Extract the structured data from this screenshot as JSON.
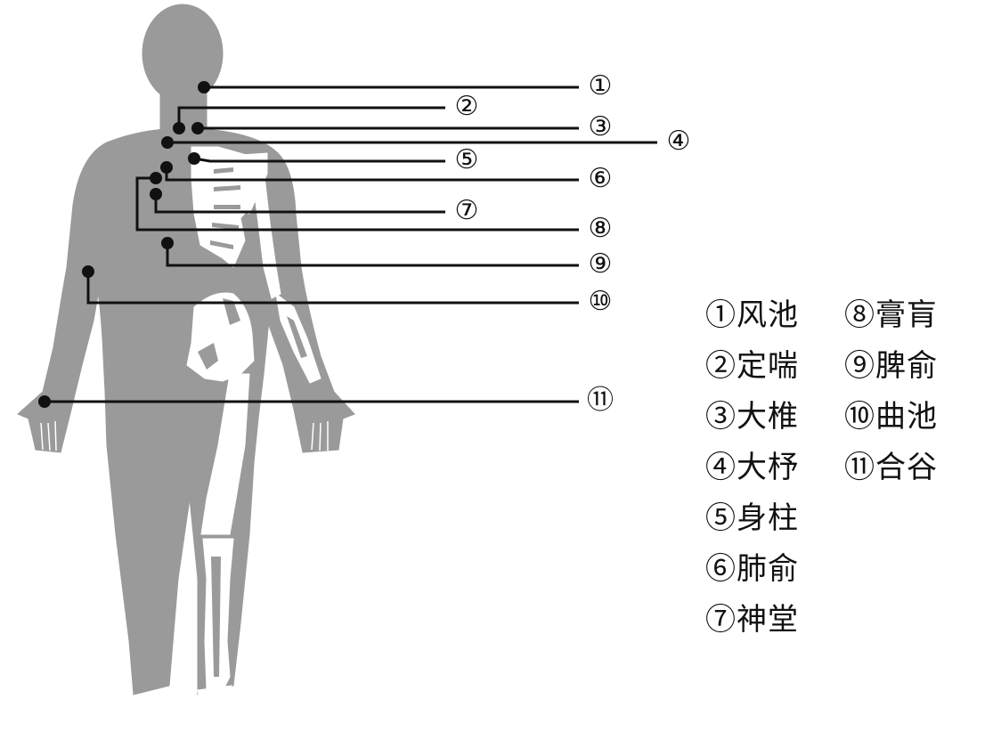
{
  "diagram": {
    "colors": {
      "body": "#9a9a9a",
      "bone": "#ffffff",
      "line": "#111111"
    },
    "callouts": [
      {
        "id": "callout-1",
        "num": "①"
      },
      {
        "id": "callout-2",
        "num": "②"
      },
      {
        "id": "callout-3",
        "num": "③"
      },
      {
        "id": "callout-4",
        "num": "④"
      },
      {
        "id": "callout-5",
        "num": "⑤"
      },
      {
        "id": "callout-6",
        "num": "⑥"
      },
      {
        "id": "callout-7",
        "num": "⑦"
      },
      {
        "id": "callout-8",
        "num": "⑧"
      },
      {
        "id": "callout-9",
        "num": "⑨"
      },
      {
        "id": "callout-10",
        "num": "⑩"
      },
      {
        "id": "callout-11",
        "num": "⑪"
      }
    ],
    "legend": {
      "col1": [
        "①风池",
        "②定喘",
        "③大椎",
        "④大杼",
        "⑤身柱",
        "⑥肺俞",
        "⑦神堂"
      ],
      "col2": [
        "⑧膏肓",
        "⑨脾俞",
        "⑩曲池",
        "⑪合谷"
      ]
    }
  }
}
